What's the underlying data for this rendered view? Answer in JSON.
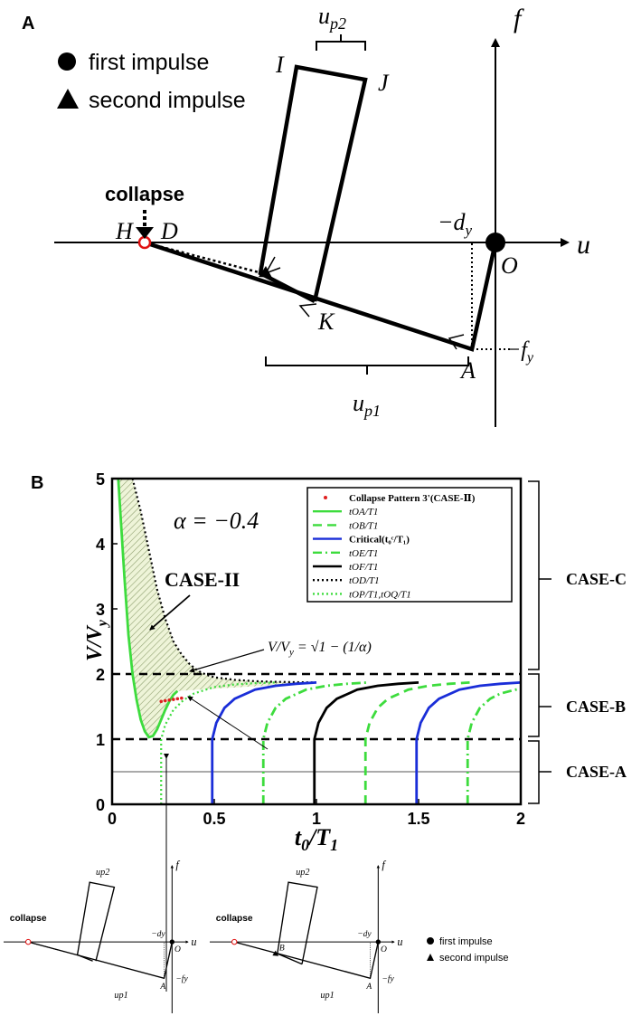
{
  "panel_a": {
    "panel_label": "A",
    "legend": {
      "first": "first impulse",
      "second": "second impulse"
    },
    "collapse_label": "collapse",
    "axis_f": "f",
    "axis_u": "u",
    "points": {
      "H": "H",
      "D": "D",
      "I": "I",
      "J": "J",
      "K": "K",
      "A": "A",
      "O": "O"
    },
    "minus_dy": "−d",
    "dy_sub": "y",
    "minus_fy": "−f",
    "fy_sub": "y",
    "up_base": "u",
    "up1_sub": "p1",
    "up2_sub": "p2"
  },
  "panel_b": {
    "panel_label": "B",
    "alpha_label": "α = −0.4",
    "case_ii_label": "CASE-II",
    "formula_label": "V/V",
    "formula_sub": "y",
    "formula_rest": " = √1 − (1/α)",
    "ylabel_base": "V/V",
    "ylabel_sub": "y",
    "xlabel_base": "t",
    "xlabel_sub0": "0",
    "xlabel_mid": "/T",
    "xlabel_sub1": "1",
    "case_labels": {
      "c": "CASE-C",
      "b": "CASE-B",
      "a": "CASE-A"
    },
    "legend": [
      {
        "label": "Collapse Pattern 3'(CASE-Ⅱ)",
        "color": "#e02020"
      },
      {
        "label": "tOA/T1",
        "color": "#3ddc3d"
      },
      {
        "label": "tOB/T1",
        "color": "#3ddc3d"
      },
      {
        "label": "Critical(t₀ᶜ/T₁)",
        "color": "#1a2ed8"
      },
      {
        "label": "tOE/T1",
        "color": "#3ddc3d"
      },
      {
        "label": "tOF/T1",
        "color": "#000000"
      },
      {
        "label": "tOD/T1",
        "color": "#000000"
      },
      {
        "label": "tOP/T1,tOQ/T1",
        "color": "#3ddc3d"
      }
    ]
  },
  "inset": {
    "up2": "up2",
    "up1": "up1",
    "f": "f",
    "u": "u",
    "collapse": "collapse",
    "minus_dy": "−dy",
    "minus_fy": "−fy",
    "A": "A",
    "O": "O",
    "B": "B",
    "legend_first": "first impulse",
    "legend_second": "second impulse"
  },
  "chart_data": {
    "type": "line",
    "xlim": [
      0,
      2
    ],
    "ylim": [
      0,
      5
    ],
    "xticks": [
      0,
      0.5,
      1,
      1.5,
      2
    ],
    "yticks": [
      0,
      1,
      2,
      3,
      4,
      5
    ],
    "xtick_labels": [
      "0",
      "0.5",
      "1",
      "1.5",
      "2"
    ],
    "ytick_labels": [
      "0",
      "1",
      "2",
      "3",
      "4",
      "5"
    ],
    "grid": false,
    "legend_position": "top-right",
    "reference_lines": [
      {
        "y": 1.87,
        "style": "dashed"
      },
      {
        "y": 1.0,
        "style": "dashed"
      },
      {
        "y": 0.5,
        "style": "solid-thin"
      }
    ],
    "series": [
      {
        "name": "tOA/T1",
        "style": "solid",
        "color": "#3ddc3d",
        "x": [
          0.03,
          0.04,
          0.06,
          0.08,
          0.1,
          0.12,
          0.14,
          0.16,
          0.18,
          0.2,
          0.22,
          0.24,
          0.26,
          0.28,
          0.3,
          0.32
        ],
        "y": [
          5.0,
          4.5,
          3.5,
          2.6,
          2.0,
          1.6,
          1.3,
          1.12,
          1.03,
          1.05,
          1.15,
          1.3,
          1.45,
          1.58,
          1.68,
          1.74
        ]
      },
      {
        "name": "tOD/T1",
        "style": "dotted",
        "color": "#000000",
        "x": [
          0.1,
          0.14,
          0.18,
          0.22,
          0.26,
          0.3,
          0.34,
          0.38,
          0.42,
          0.46,
          0.5,
          0.6,
          0.7,
          0.8,
          0.9,
          1.0
        ],
        "y": [
          5.0,
          4.5,
          3.9,
          3.3,
          2.85,
          2.5,
          2.3,
          2.15,
          2.05,
          1.99,
          1.95,
          1.91,
          1.89,
          1.88,
          1.875,
          1.87
        ]
      },
      {
        "name": "tOP/T1,tOQ/T1",
        "style": "dotted",
        "color": "#3ddc3d",
        "x": [
          0.24,
          0.24,
          0.26,
          0.3,
          0.35,
          0.4,
          0.5,
          0.6,
          0.7,
          0.8
        ],
        "y": [
          0.0,
          1.0,
          1.22,
          1.45,
          1.6,
          1.7,
          1.8,
          1.84,
          1.86,
          1.87
        ]
      },
      {
        "name": "Critical(t0c/T1)",
        "style": "solid",
        "color": "#1a2ed8",
        "x": [
          0.49,
          0.49,
          0.51,
          0.55,
          0.6,
          0.7,
          0.8,
          0.9,
          1.0
        ],
        "y": [
          0.0,
          1.0,
          1.25,
          1.48,
          1.62,
          1.76,
          1.82,
          1.85,
          1.87
        ]
      },
      {
        "name": "tOE/T1",
        "style": "dashdot",
        "color": "#3ddc3d",
        "x": [
          0.74,
          0.74,
          0.76,
          0.8,
          0.85,
          0.95,
          1.05,
          1.15,
          1.25
        ],
        "y": [
          0.0,
          1.0,
          1.25,
          1.48,
          1.62,
          1.76,
          1.82,
          1.85,
          1.87
        ]
      },
      {
        "name": "tOF/T1",
        "style": "solid",
        "color": "#000000",
        "x": [
          0.99,
          0.99,
          1.01,
          1.05,
          1.1,
          1.2,
          1.3,
          1.4,
          1.5
        ],
        "y": [
          0.0,
          1.0,
          1.25,
          1.48,
          1.62,
          1.76,
          1.82,
          1.85,
          1.87
        ]
      },
      {
        "name": "tOB/T1",
        "style": "dashed",
        "color": "#3ddc3d",
        "x": [
          1.24,
          1.24,
          1.26,
          1.3,
          1.35,
          1.45,
          1.55,
          1.65,
          1.75
        ],
        "y": [
          0.0,
          1.0,
          1.25,
          1.48,
          1.62,
          1.76,
          1.82,
          1.85,
          1.87
        ]
      },
      {
        "name": "Critical(t0c/T1) 2",
        "style": "solid",
        "color": "#1a2ed8",
        "x": [
          1.49,
          1.49,
          1.51,
          1.55,
          1.6,
          1.7,
          1.8,
          1.9,
          2.0
        ],
        "y": [
          0.0,
          1.0,
          1.25,
          1.48,
          1.62,
          1.76,
          1.82,
          1.85,
          1.87
        ]
      },
      {
        "name": "tOE/T1 2",
        "style": "dashdot",
        "color": "#3ddc3d",
        "x": [
          1.74,
          1.74,
          1.76,
          1.8,
          1.85,
          1.9,
          2.0
        ],
        "y": [
          0.0,
          1.0,
          1.25,
          1.48,
          1.62,
          1.7,
          1.78
        ]
      }
    ],
    "collapse_points": {
      "name": "Collapse Pattern 3'(CASE-Ⅱ)",
      "x": [
        0.24,
        0.26,
        0.28,
        0.3,
        0.32,
        0.34
      ],
      "y": [
        1.58,
        1.59,
        1.6,
        1.61,
        1.62,
        1.63
      ]
    }
  }
}
